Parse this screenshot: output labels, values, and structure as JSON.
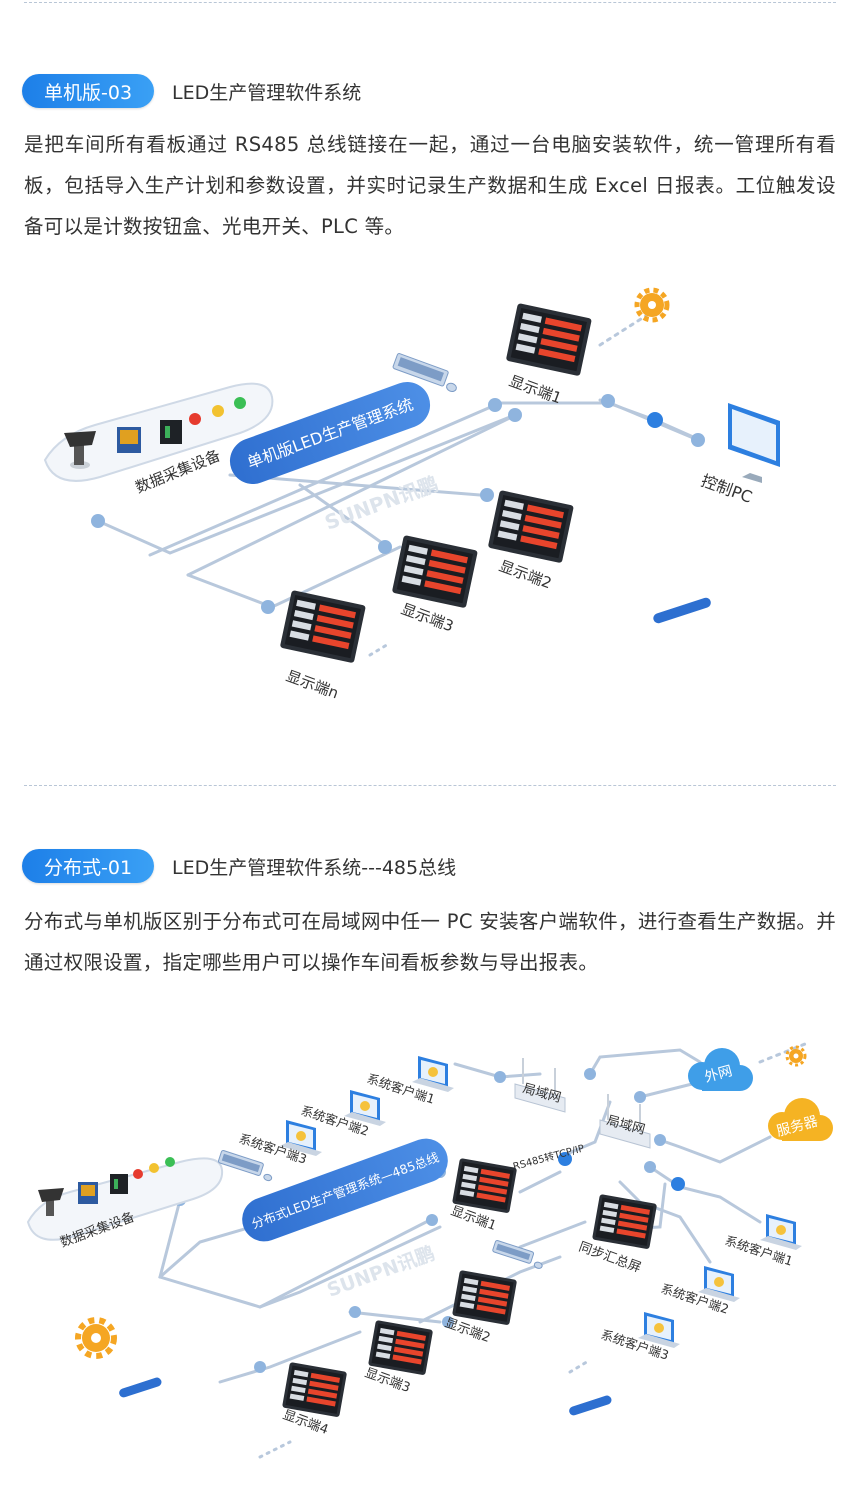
{
  "section1": {
    "badge": "单机版-03",
    "title": "LED生产管理软件系统",
    "paragraph": "是把车间所有看板通过 RS485 总线链接在一起，通过一台电脑安装软件，统一管理所有看板，包括导入生产计划和参数设置，并实时记录生产数据和生成 Excel 日报表。工位触发设备可以是计数按钮盒、光电开关、PLC 等。",
    "diagram": {
      "system_label": "单机版LED生产管理系统",
      "collector_label": "数据采集设备",
      "watermark": "SUNPN讯鹏",
      "control_pc": "控制PC",
      "displays": [
        "显示端1",
        "显示端2",
        "显示端3",
        "显示端n"
      ]
    }
  },
  "section2": {
    "badge": "分布式-01",
    "title": "LED生产管理软件系统---485总线",
    "paragraph": "分布式与单机版区别于分布式可在局域网中任一 PC 安装客户端软件，进行查看生产数据。并通过权限设置，指定哪些用户可以操作车间看板参数与导出报表。",
    "diagram": {
      "system_label": "分布式LED生产管理系统—485总线",
      "collector_label": "数据采集设备",
      "watermark": "SUNPN讯鹏",
      "lan1": "局域网",
      "lan2": "局域网",
      "internet": "外网",
      "server": "服务器",
      "converter": "RS485转TCP/IP",
      "sync_screen": "同步汇总屏",
      "clients_left": [
        "系统客户端1",
        "系统客户端2",
        "系统客户端3"
      ],
      "clients_right": [
        "系统客户端1",
        "系统客户端2",
        "系统客户端3"
      ],
      "displays": [
        "显示端1",
        "显示端2",
        "显示端3",
        "显示端4"
      ]
    }
  },
  "colors": {
    "accent": "#1d7fe8",
    "line": "#b8c8dc",
    "node": "#8fb4de",
    "led_red": "#e8452c",
    "board": "#2a2f36"
  }
}
